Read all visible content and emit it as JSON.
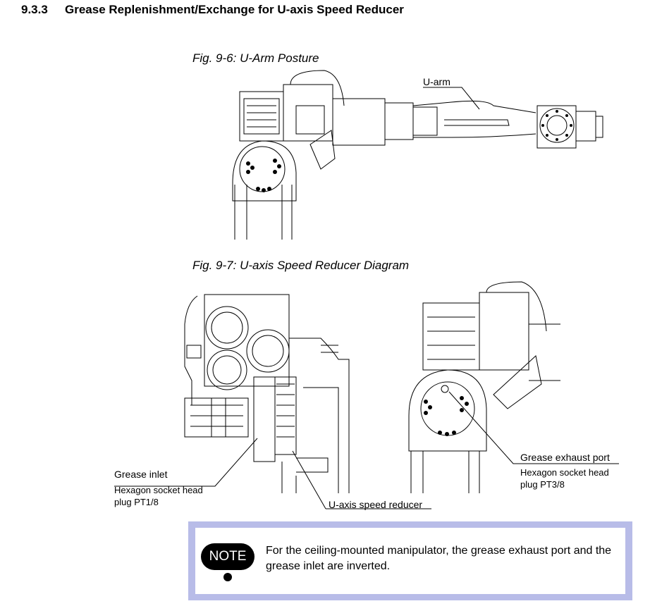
{
  "section": {
    "number": "9.3.3",
    "title": "Grease Replenishment/Exchange for U-axis Speed Reducer"
  },
  "figure1": {
    "caption": "Fig. 9-6: U-Arm Posture",
    "labels": {
      "u_arm": "U-arm"
    }
  },
  "figure2": {
    "caption": "Fig. 9-7: U-axis Speed Reducer Diagram",
    "labels": {
      "grease_inlet": "Grease inlet",
      "inlet_plug_line1": "Hexagon socket head",
      "inlet_plug_line2": "plug PT1/8",
      "exhaust_port": "Grease exhaust port",
      "exhaust_plug_line1": "Hexagon socket head",
      "exhaust_plug_line2": "plug PT3/8",
      "reducer": "U-axis speed reducer"
    }
  },
  "note": {
    "badge": "NOTE",
    "text": "For the ceiling-mounted manipulator, the grease exhaust port and the grease inlet are inverted."
  },
  "colors": {
    "note_border": "#b8bce8"
  }
}
